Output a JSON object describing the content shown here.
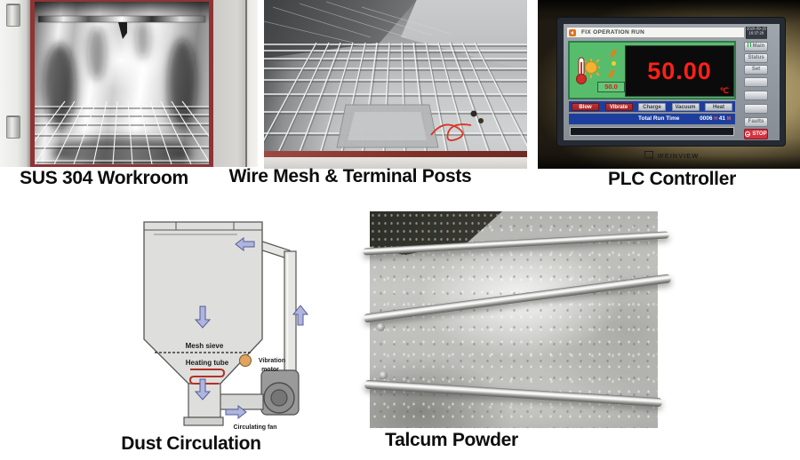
{
  "captions": {
    "workroom": "SUS 304 Workroom",
    "wire_mesh": "Wire Mesh & Terminal Posts",
    "plc": "PLC Controller",
    "dust": "Dust Circulation",
    "talcum": "Talcum Powder"
  },
  "plc": {
    "title": "FIX OPERATION RUN",
    "date": "2020-09-15",
    "time": "16:37:29",
    "setpoint": "50.0",
    "temperature": "50.00",
    "unit": "℃",
    "modes": [
      "Blow",
      "Vibrate",
      "Charge",
      "Vacuum",
      "Heat"
    ],
    "run_label": "Total Run Time",
    "run_hours": "0006",
    "hours_unit": "H",
    "run_minutes": "41",
    "minutes_unit": "M",
    "side": {
      "main": "Main",
      "status": "Status",
      "set": "Set",
      "faults": "Faults",
      "stop": "STOP"
    },
    "brand": "WEINVIEW"
  },
  "diagram": {
    "mesh_sieve": "Mesh sieve",
    "heating_tube": "Heating tube",
    "vibration_line1": "Vibration",
    "vibration_line2": "motor",
    "circulating_fan": "Circulating fan"
  },
  "colors": {
    "panel_green": "#57bd6c",
    "temp_red": "#ff2018",
    "bar_blue": "#1d3e9c",
    "mode_red": "#b92b2b",
    "stop_red": "#d4323e",
    "frame_red": "#8f3434",
    "heating_red": "#b03226",
    "arrow_purple": "#aeb5de",
    "motor_orange": "#e2a45c"
  }
}
